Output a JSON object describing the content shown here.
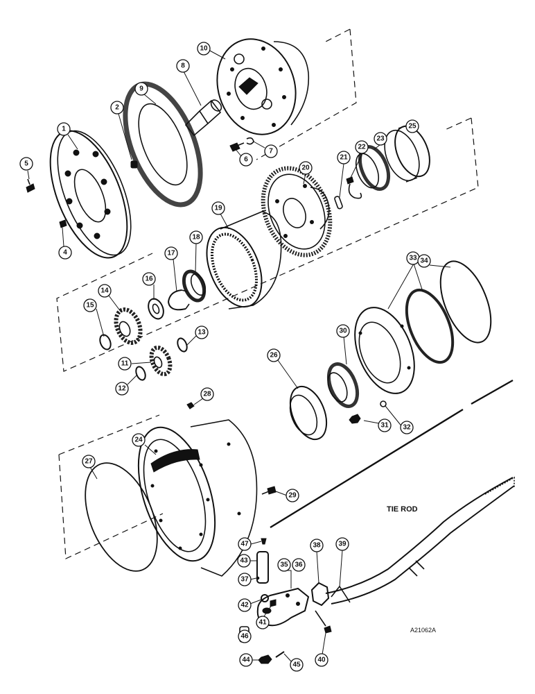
{
  "diagram": {
    "title_label": "TIE ROD",
    "figure_id": "A21062A",
    "callouts": [
      "1",
      "2",
      "4",
      "5",
      "6",
      "7",
      "8",
      "9",
      "10",
      "11",
      "12",
      "13",
      "14",
      "15",
      "16",
      "17",
      "18",
      "19",
      "20",
      "21",
      "22",
      "23",
      "24",
      "25",
      "26",
      "27",
      "28",
      "29",
      "30",
      "31",
      "32",
      "33",
      "34",
      "35",
      "36",
      "37",
      "38",
      "39",
      "40",
      "41",
      "42",
      "43",
      "44",
      "45",
      "46",
      "47"
    ]
  }
}
